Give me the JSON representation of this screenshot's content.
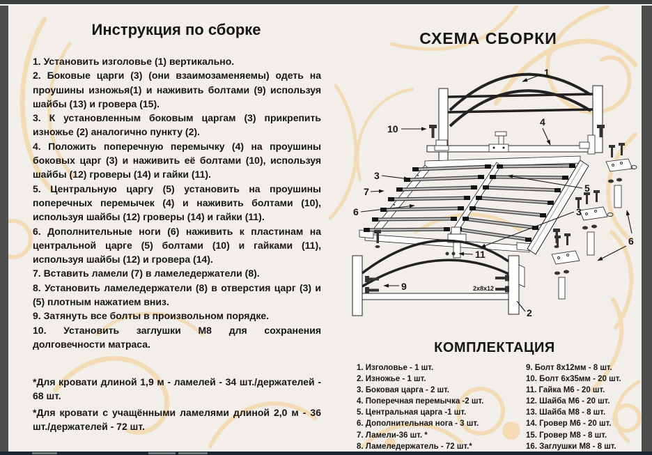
{
  "instructions": {
    "title": "Инструкция по сборке",
    "steps": [
      "1. Установить изголовье (1) вертикально.",
      "2. Боковые царги (3) (они взаимозаменяемы) одеть на проушины изножья(1) и наживить болтами (9) используя шайбы (13) и гровера (15).",
      "3. К установленным боковым царгам (3) прикрепить изножье (2) аналогично пункту (2).",
      "4. Положить поперечную перемычку (4) на проушины боковых царг (3) и наживить её болтами (10), используя шайбы (12) гроверы (14) и гайки (11).",
      "5. Центральную царгу (5) установить на проушины поперечных перемычек (4) и наживить болтами (10), используя шайбы (12) гроверы (14) и гайки (11).",
      "6. Дополнительные ноги (6) наживить к пластинам на центральной царге (5) болтами (10) и гайками (11), используя шайбы (12) и гровера (14).",
      "7. Вставить ламели (7) в ламеледержатели (8).",
      "8. Установить ламеледержатели (8) в отверстия царг (3) и (5) плотным нажатием вниз.",
      "9. Затянуть все болты в произвольном порядке.",
      "10. Установить заглушки М8 для сохранения долговечности матраса."
    ],
    "notes": [
      "*Для кровати длиной 1,9 м - ламелей - 34 шт./держателей - 68 шт.",
      "*Для кровати с учащёнными ламелями длиной 2,0 м - 36 шт./держателей - 72 шт."
    ]
  },
  "diagram": {
    "title": "СХЕМА СБОРКИ",
    "callouts": {
      "n1": "1",
      "n2": "2",
      "n3a": "3",
      "n3b": "3",
      "n4": "4",
      "n5": "5",
      "n6a": "6",
      "n6b": "6",
      "n7": "7",
      "n9": "9",
      "n10": "10",
      "n11": "11"
    },
    "dimension_label": "2x8x12"
  },
  "parts": {
    "title": "КОМПЛЕКТАЦИЯ",
    "col1": [
      "1. Изголовье - 1 шт.",
      "2. Изножье - 1 шт.",
      "3. Боковая царга - 2 шт.",
      "4. Поперечная перемычка -2 шт.",
      "5. Центральная царга -1 шт.",
      "6. Дополнительная нога - 3 шт.",
      "7. Ламели-36 шт. *",
      "8. Ламеледержатель - 72 шт.*"
    ],
    "col2": [
      "9. Болт 8х12мм - 8 шт.",
      "10. Болт 6х35мм - 20 шт.",
      "11. Гайка М6 - 20 шт.",
      "12. Шайба М6 - 20 шт.",
      "13. Шайба М8 - 8 шт.",
      "14. Гровер М6 - 20 шт.",
      "15. Гровер М8 - 8 шт.",
      "16. Заглушки М8 - 8 шт."
    ]
  },
  "colors": {
    "page_bg": "#f2eeea",
    "ornament": "#f3dbb6",
    "ink": "#161616",
    "frame_gray": "#4e4e4e",
    "bottom_bar": "#1c2430"
  }
}
